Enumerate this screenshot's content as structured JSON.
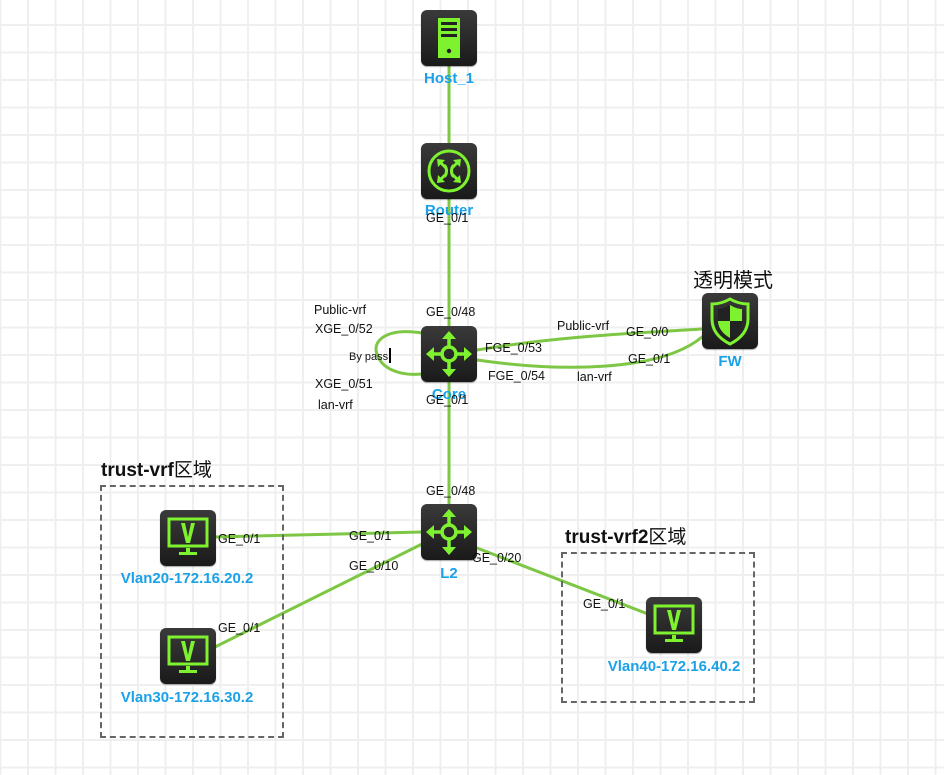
{
  "diagram": {
    "title": "Network topology - transparent firewall with VRF bypass",
    "colors": {
      "link": "#7dc744",
      "device_icon": "#7ff230",
      "device_bg": "#222222",
      "device_label": "#1aa1e8",
      "zone_border": "#666666",
      "grid": "#efefef"
    },
    "devices": {
      "host1": {
        "label": "Host_1",
        "icon": "server-icon"
      },
      "router": {
        "label": "Router",
        "icon": "router-icon"
      },
      "core": {
        "label": "Core",
        "icon": "switch-icon"
      },
      "fw": {
        "label": "FW",
        "icon": "firewall-shield-icon",
        "mode_label": "透明模式"
      },
      "l2": {
        "label": "L2",
        "icon": "switch-icon"
      },
      "vlan20": {
        "label": "Vlan20-172.16.20.2",
        "icon": "vlan-monitor-icon"
      },
      "vlan30": {
        "label": "Vlan30-172.16.30.2",
        "icon": "vlan-monitor-icon"
      },
      "vlan40": {
        "label": "Vlan40-172.16.40.2",
        "icon": "vlan-monitor-icon"
      }
    },
    "zones": {
      "trust_vrf": {
        "title_latin": "trust-vrf",
        "title_cjk": "区域"
      },
      "trust_vrf2": {
        "title_latin": "trust-vrf2",
        "title_cjk": "区域"
      }
    },
    "ports": {
      "router_down": "GE_0/1",
      "core_up": "GE_0/48",
      "core_down": "GE_0/1",
      "core_xge52_vrf": "Public-vrf",
      "core_xge52": "XGE_0/52",
      "core_xge51": "XGE_0/51",
      "core_xge51_vrf": "lan-vrf",
      "bypass": "By pass",
      "core_fge53": "FGE_0/53",
      "core_fge54": "FGE_0/54",
      "fw_public_vrf": "Public-vrf",
      "fw_ge0": "GE_0/0",
      "fw_ge1": "GE_0/1",
      "fw_lan_vrf": "lan-vrf",
      "l2_up": "GE_0/48",
      "l2_ge1": "GE_0/1",
      "l2_ge10": "GE_0/10",
      "l2_ge20": "GE_0/20",
      "vlan20_port": "GE_0/1",
      "vlan30_port": "GE_0/1",
      "vlan40_port": "GE_0/1"
    },
    "links": [
      {
        "from": "Host_1",
        "to": "Router"
      },
      {
        "from": "Router:GE_0/1",
        "to": "Core:GE_0/48"
      },
      {
        "from": "Core:XGE_0/52",
        "to": "Core:XGE_0/51",
        "note": "By pass"
      },
      {
        "from": "Core:FGE_0/53",
        "to": "FW:GE_0/0",
        "vrf": "Public-vrf"
      },
      {
        "from": "Core:FGE_0/54",
        "to": "FW:GE_0/1",
        "vrf": "lan-vrf"
      },
      {
        "from": "Core:GE_0/1",
        "to": "L2:GE_0/48"
      },
      {
        "from": "L2:GE_0/1",
        "to": "Vlan20-172.16.20.2:GE_0/1"
      },
      {
        "from": "L2:GE_0/10",
        "to": "Vlan30-172.16.30.2:GE_0/1"
      },
      {
        "from": "L2:GE_0/20",
        "to": "Vlan40-172.16.40.2:GE_0/1"
      }
    ]
  }
}
